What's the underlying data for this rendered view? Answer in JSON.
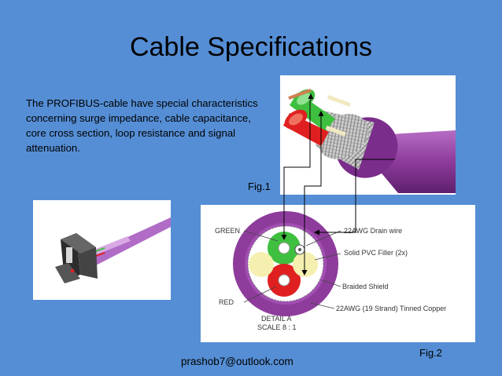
{
  "slide": {
    "title": "Cable Specifications",
    "body": "The PROFIBUS-cable have special characteristics concerning surge impedance, cable capacitance, core cross section, loop resistance and signal attenuation.",
    "fig1_label": "Fig.1",
    "fig2_label": "Fig.2",
    "footer_email": "prashob7@outlook.com"
  },
  "cross_section": {
    "labels": {
      "green": "GREEN",
      "red": "RED",
      "drain": "22AWG Drain wire",
      "filler": "Solid PVC Filler (2x)",
      "shield": "Braided Shield",
      "copper": "22AWG (19 Strand) Tinned Copper",
      "detail": "DETAIL A",
      "scale": "SCALE 8 : 1"
    }
  },
  "colors": {
    "background": "#558ed5",
    "cable_purple": "#8e3c9c",
    "core_green": "#3fbf3f",
    "core_red": "#e02020",
    "filler": "#f5f0b0"
  }
}
